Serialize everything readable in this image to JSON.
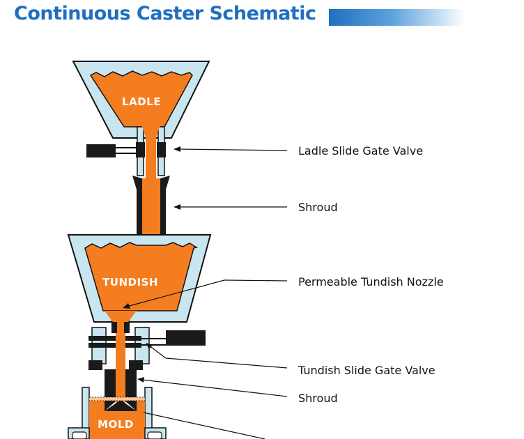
{
  "title": "Continuous Caster Schematic",
  "vessels": {
    "ladle": "LADLE",
    "tundish": "TUNDISH",
    "mold": "MOLD"
  },
  "callouts": {
    "ladle_slide_gate_valve": "Ladle Slide Gate Valve",
    "shroud_upper": "Shroud",
    "permeable_tundish_nozzle": "Permeable Tundish Nozzle",
    "tundish_slide_gate_valve": "Tundish Slide Gate Valve",
    "shroud_lower": "Shroud"
  },
  "colors": {
    "title": "#1f6fc0",
    "molten_steel": "#f47d20",
    "refractory": "#c9e6f0",
    "outline": "#111111"
  }
}
